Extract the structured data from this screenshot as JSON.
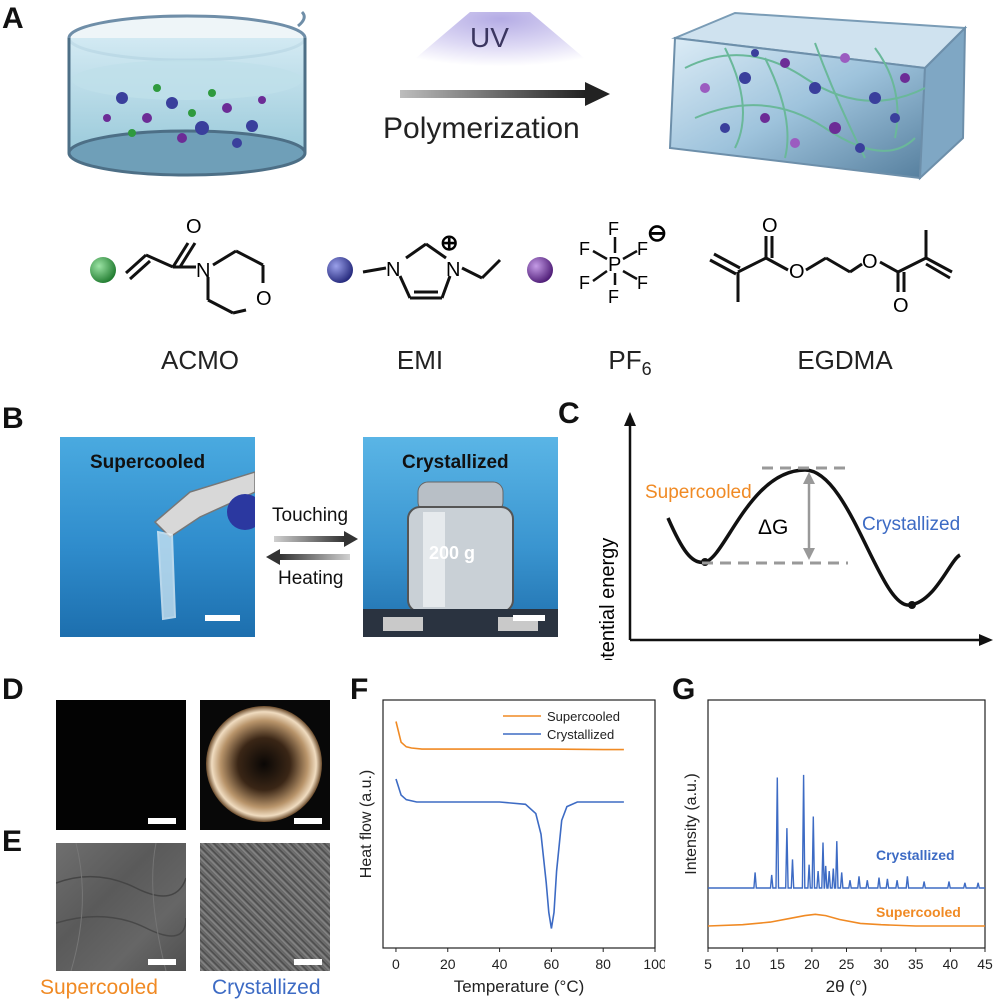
{
  "panels": {
    "A": {
      "letter": "A",
      "uv_label": "UV",
      "arrow_label": "Polymerization",
      "molecules": [
        {
          "name": "ACMO",
          "ball_color": "#2f9a3e"
        },
        {
          "name": "EMI",
          "ball_color": "#3a3f9c"
        },
        {
          "name": "PF",
          "subscript": "6",
          "ball_color": "#6c2c96"
        },
        {
          "name": "EGDMA"
        }
      ],
      "atoms": {
        "O": "O",
        "N": "N",
        "F": "F",
        "P": "P",
        "plus": "⊕",
        "minus": "⊖"
      }
    },
    "B": {
      "letter": "B",
      "left_label": "Supercooled",
      "right_label": "Crystallized",
      "forward_arrow": "Touching",
      "back_arrow": "Heating",
      "weight_label": "200 g"
    },
    "C": {
      "letter": "C",
      "ylabel": "Potential energy",
      "left_label": "Supercooled",
      "right_label": "Crystallized",
      "barrier_label": "ΔG"
    },
    "D": {
      "letter": "D"
    },
    "E": {
      "letter": "E",
      "left_caption": "Supercooled",
      "right_caption": "Crystallized"
    },
    "F": {
      "letter": "F"
    },
    "G": {
      "letter": "G"
    }
  },
  "colors": {
    "supercooled": "#f08a24",
    "crystallized": "#3d6bc4",
    "crystallized_label_B": "#6a5bb0"
  },
  "chart_data": [
    {
      "panel": "F",
      "type": "line",
      "xlabel": "Temperature (°C)",
      "ylabel": "Heat flow (a.u.)",
      "xlim": [
        -5,
        100
      ],
      "xticks": [
        0,
        20,
        40,
        60,
        80,
        100
      ],
      "legend": "top-right",
      "series": [
        {
          "name": "Supercooled",
          "color": "#f08a24",
          "x": [
            0,
            2,
            4,
            6,
            10,
            20,
            40,
            60,
            80,
            88
          ],
          "y": [
            0.95,
            0.86,
            0.84,
            0.835,
            0.83,
            0.83,
            0.83,
            0.83,
            0.828,
            0.828
          ]
        },
        {
          "name": "Crystallized",
          "color": "#3d6bc4",
          "x": [
            0,
            2,
            4,
            8,
            20,
            40,
            50,
            54,
            56,
            58,
            59,
            60,
            61,
            62,
            64,
            66,
            70,
            80,
            88
          ],
          "y": [
            0.7,
            0.63,
            0.61,
            0.6,
            0.6,
            0.6,
            0.59,
            0.55,
            0.46,
            0.25,
            0.12,
            0.05,
            0.12,
            0.3,
            0.52,
            0.58,
            0.6,
            0.6,
            0.6
          ]
        }
      ]
    },
    {
      "panel": "G",
      "type": "line",
      "xlabel": "2θ (°)",
      "ylabel": "Intensity (a.u.)",
      "xlim": [
        5,
        45
      ],
      "xticks": [
        5,
        10,
        15,
        20,
        25,
        30,
        35,
        40,
        45
      ],
      "series": [
        {
          "name": "Crystallized",
          "color": "#3d6bc4",
          "peaks": [
            [
              11.8,
              0.12
            ],
            [
              14.2,
              0.1
            ],
            [
              15.0,
              0.85
            ],
            [
              16.4,
              0.46
            ],
            [
              17.2,
              0.22
            ],
            [
              18.8,
              0.87
            ],
            [
              19.6,
              0.18
            ],
            [
              20.2,
              0.55
            ],
            [
              20.9,
              0.13
            ],
            [
              21.6,
              0.35
            ],
            [
              22.0,
              0.17
            ],
            [
              22.5,
              0.13
            ],
            [
              23.1,
              0.15
            ],
            [
              23.6,
              0.36
            ],
            [
              24.3,
              0.12
            ],
            [
              25.5,
              0.06
            ],
            [
              26.8,
              0.09
            ],
            [
              28.0,
              0.06
            ],
            [
              29.7,
              0.08
            ],
            [
              30.9,
              0.07
            ],
            [
              32.3,
              0.06
            ],
            [
              33.8,
              0.09
            ],
            [
              36.2,
              0.05
            ],
            [
              39.8,
              0.05
            ],
            [
              42.1,
              0.04
            ],
            [
              44.0,
              0.04
            ]
          ]
        },
        {
          "name": "Supercooled",
          "color": "#f08a24",
          "x": [
            5,
            10,
            14,
            17,
            19,
            20.5,
            22,
            24,
            27,
            30,
            35,
            45
          ],
          "y": [
            0.0,
            0.01,
            0.03,
            0.06,
            0.08,
            0.09,
            0.08,
            0.05,
            0.02,
            0.01,
            0.0,
            0.0
          ]
        }
      ]
    }
  ]
}
